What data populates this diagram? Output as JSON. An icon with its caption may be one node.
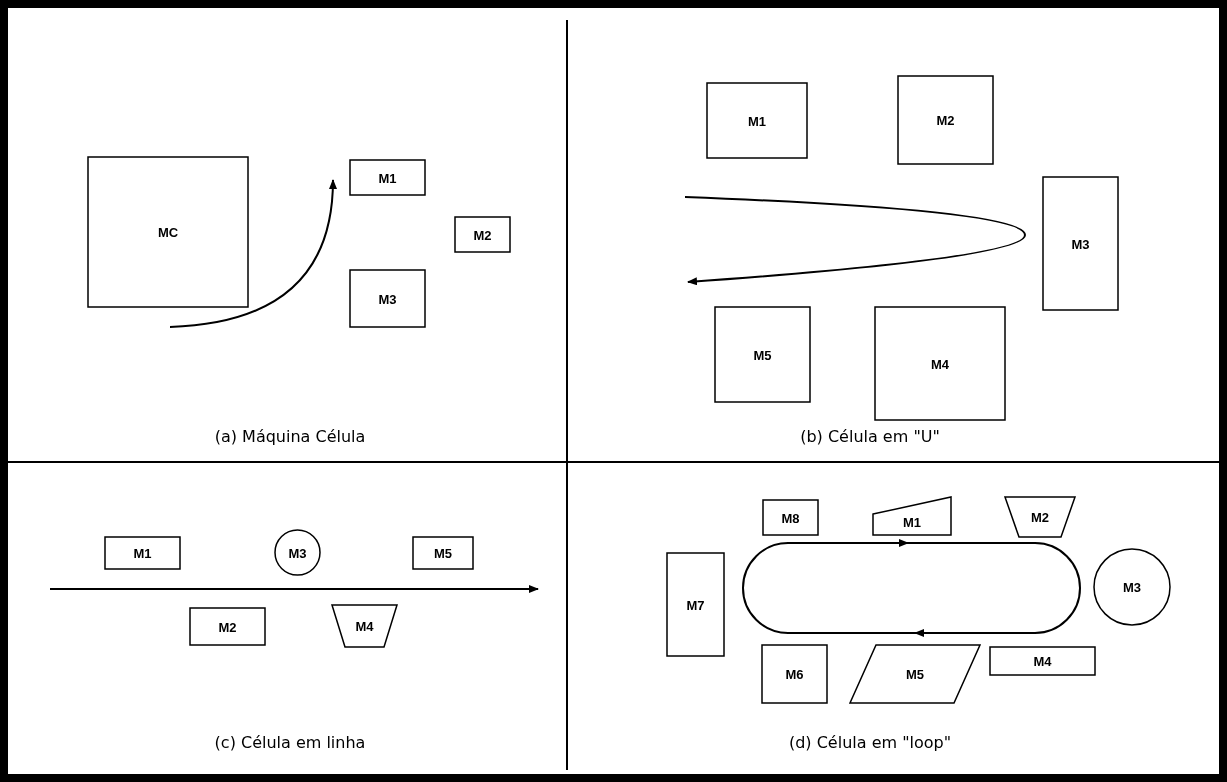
{
  "diagram": {
    "nodes": [
      {
        "text": [
          "MC"
        ]
      },
      {
        "text": [
          "M1"
        ]
      },
      {
        "text": [
          "M2"
        ]
      },
      {
        "text": [
          "M3"
        ]
      },
      {
        "text": [
          "M1"
        ]
      },
      {
        "text": [
          "M2"
        ]
      },
      {
        "text": [
          "M3"
        ]
      },
      {
        "text": [
          "M5"
        ]
      },
      {
        "text": [
          "M4"
        ]
      },
      {
        "text": [
          "M1"
        ]
      },
      {
        "text": [
          "M3"
        ]
      },
      {
        "text": [
          "M5"
        ]
      },
      {
        "text": [
          "M2"
        ]
      },
      {
        "text": [
          "M4"
        ]
      },
      {
        "text": [
          "M8"
        ]
      },
      {
        "text": [
          "M1"
        ]
      },
      {
        "text": [
          "M2"
        ]
      },
      {
        "text": [
          "M7"
        ]
      },
      {
        "text": [
          "M3"
        ]
      },
      {
        "text": [
          "M6"
        ]
      },
      {
        "text": [
          "M5"
        ]
      },
      {
        "text": [
          "M4"
        ]
      }
    ],
    "labels": [
      "(a) Máquina Célula",
      "(b) Célula em \"U\"",
      "(c) Célula em linha",
      "(d) Célula em \"loop\""
    ]
  }
}
